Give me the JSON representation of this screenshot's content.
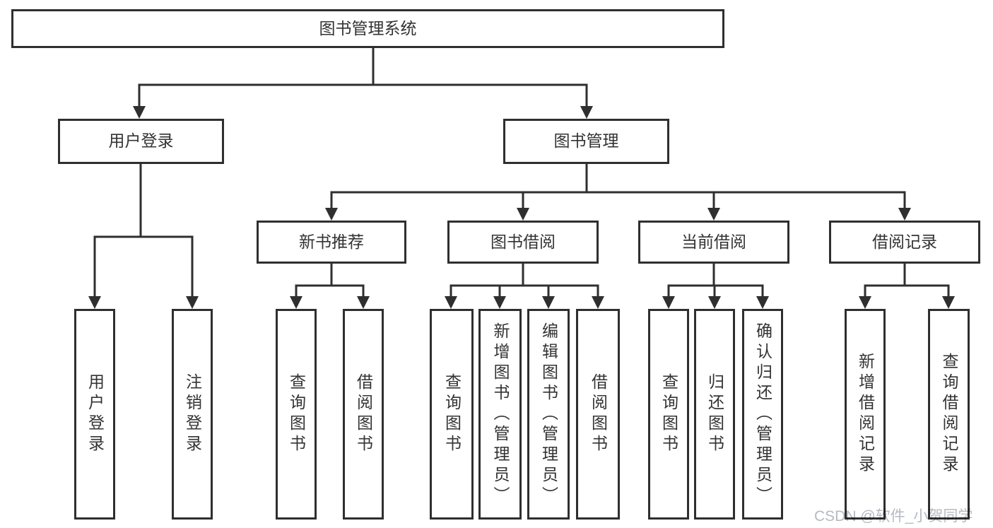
{
  "watermark": "CSDN @软件_小贺同学",
  "colors": {
    "line": "#2f2f2f",
    "box_fill": "#ffffff",
    "text": "#333333",
    "watermark": "#b5bac1"
  },
  "tree": {
    "root": {
      "label": "图书管理系统"
    },
    "branches": [
      {
        "label": "用户登录",
        "children": [
          {
            "label": "用户登录"
          },
          {
            "label": "注销登录"
          }
        ]
      },
      {
        "label": "图书管理",
        "children": [
          {
            "label": "新书推荐",
            "children": [
              {
                "label": "查询图书"
              },
              {
                "label": "借阅图书"
              }
            ]
          },
          {
            "label": "图书借阅",
            "children": [
              {
                "label": "查询图书"
              },
              {
                "label": "新增图书（管理员）"
              },
              {
                "label": "编辑图书（管理员）"
              },
              {
                "label": "借阅图书"
              }
            ]
          },
          {
            "label": "当前借阅",
            "children": [
              {
                "label": "查询图书"
              },
              {
                "label": "归还图书"
              },
              {
                "label": "确认归还（管理员）"
              }
            ]
          },
          {
            "label": "借阅记录",
            "children": [
              {
                "label": "新增借阅记录"
              },
              {
                "label": "查询借阅记录"
              }
            ]
          }
        ]
      }
    ]
  }
}
